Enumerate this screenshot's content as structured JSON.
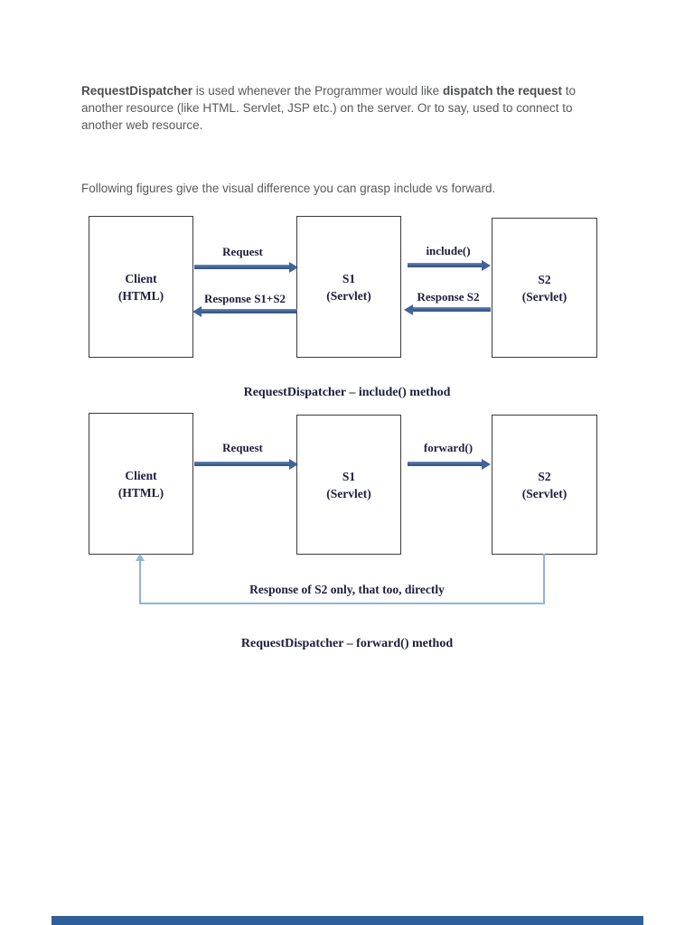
{
  "intro": {
    "bold1": "RequestDispatcher",
    "text1": " is used whenever the Programmer would like ",
    "bold2": "dispatch the request",
    "text2": " to another resource (like HTML. Servlet, JSP etc.) on the server. Or to say, used to connect to another web resource."
  },
  "lead": "Following figures give the visual difference you can grasp include vs forward.",
  "colors": {
    "arrow": "#41639a",
    "feedback_line": "#8eb4e3",
    "diagram_text": "#1d1d3c",
    "body_text": "#58595b",
    "box_border": "#3c3c3c",
    "footer_bar": "#2e5f99"
  },
  "diagram_include": {
    "caption": "RequestDispatcher – include() method",
    "boxes": [
      {
        "line1": "Client",
        "line2": "(HTML)"
      },
      {
        "line1": "S1",
        "line2": "(Servlet)"
      },
      {
        "line1": "S2",
        "line2": "(Servlet)"
      }
    ],
    "arrows": [
      {
        "label": "Request",
        "direction": "right"
      },
      {
        "label": "Response S1+S2",
        "direction": "left"
      },
      {
        "label": "include()",
        "direction": "right"
      },
      {
        "label": "Response S2",
        "direction": "left"
      }
    ]
  },
  "diagram_forward": {
    "caption": "RequestDispatcher – forward() method",
    "feedback_label": "Response of S2 only, that too, directly",
    "boxes": [
      {
        "line1": "Client",
        "line2": "(HTML)"
      },
      {
        "line1": "S1",
        "line2": "(Servlet)"
      },
      {
        "line1": "S2",
        "line2": "(Servlet)"
      }
    ],
    "arrows": [
      {
        "label": "Request",
        "direction": "right"
      },
      {
        "label": "forward()",
        "direction": "right"
      }
    ]
  }
}
